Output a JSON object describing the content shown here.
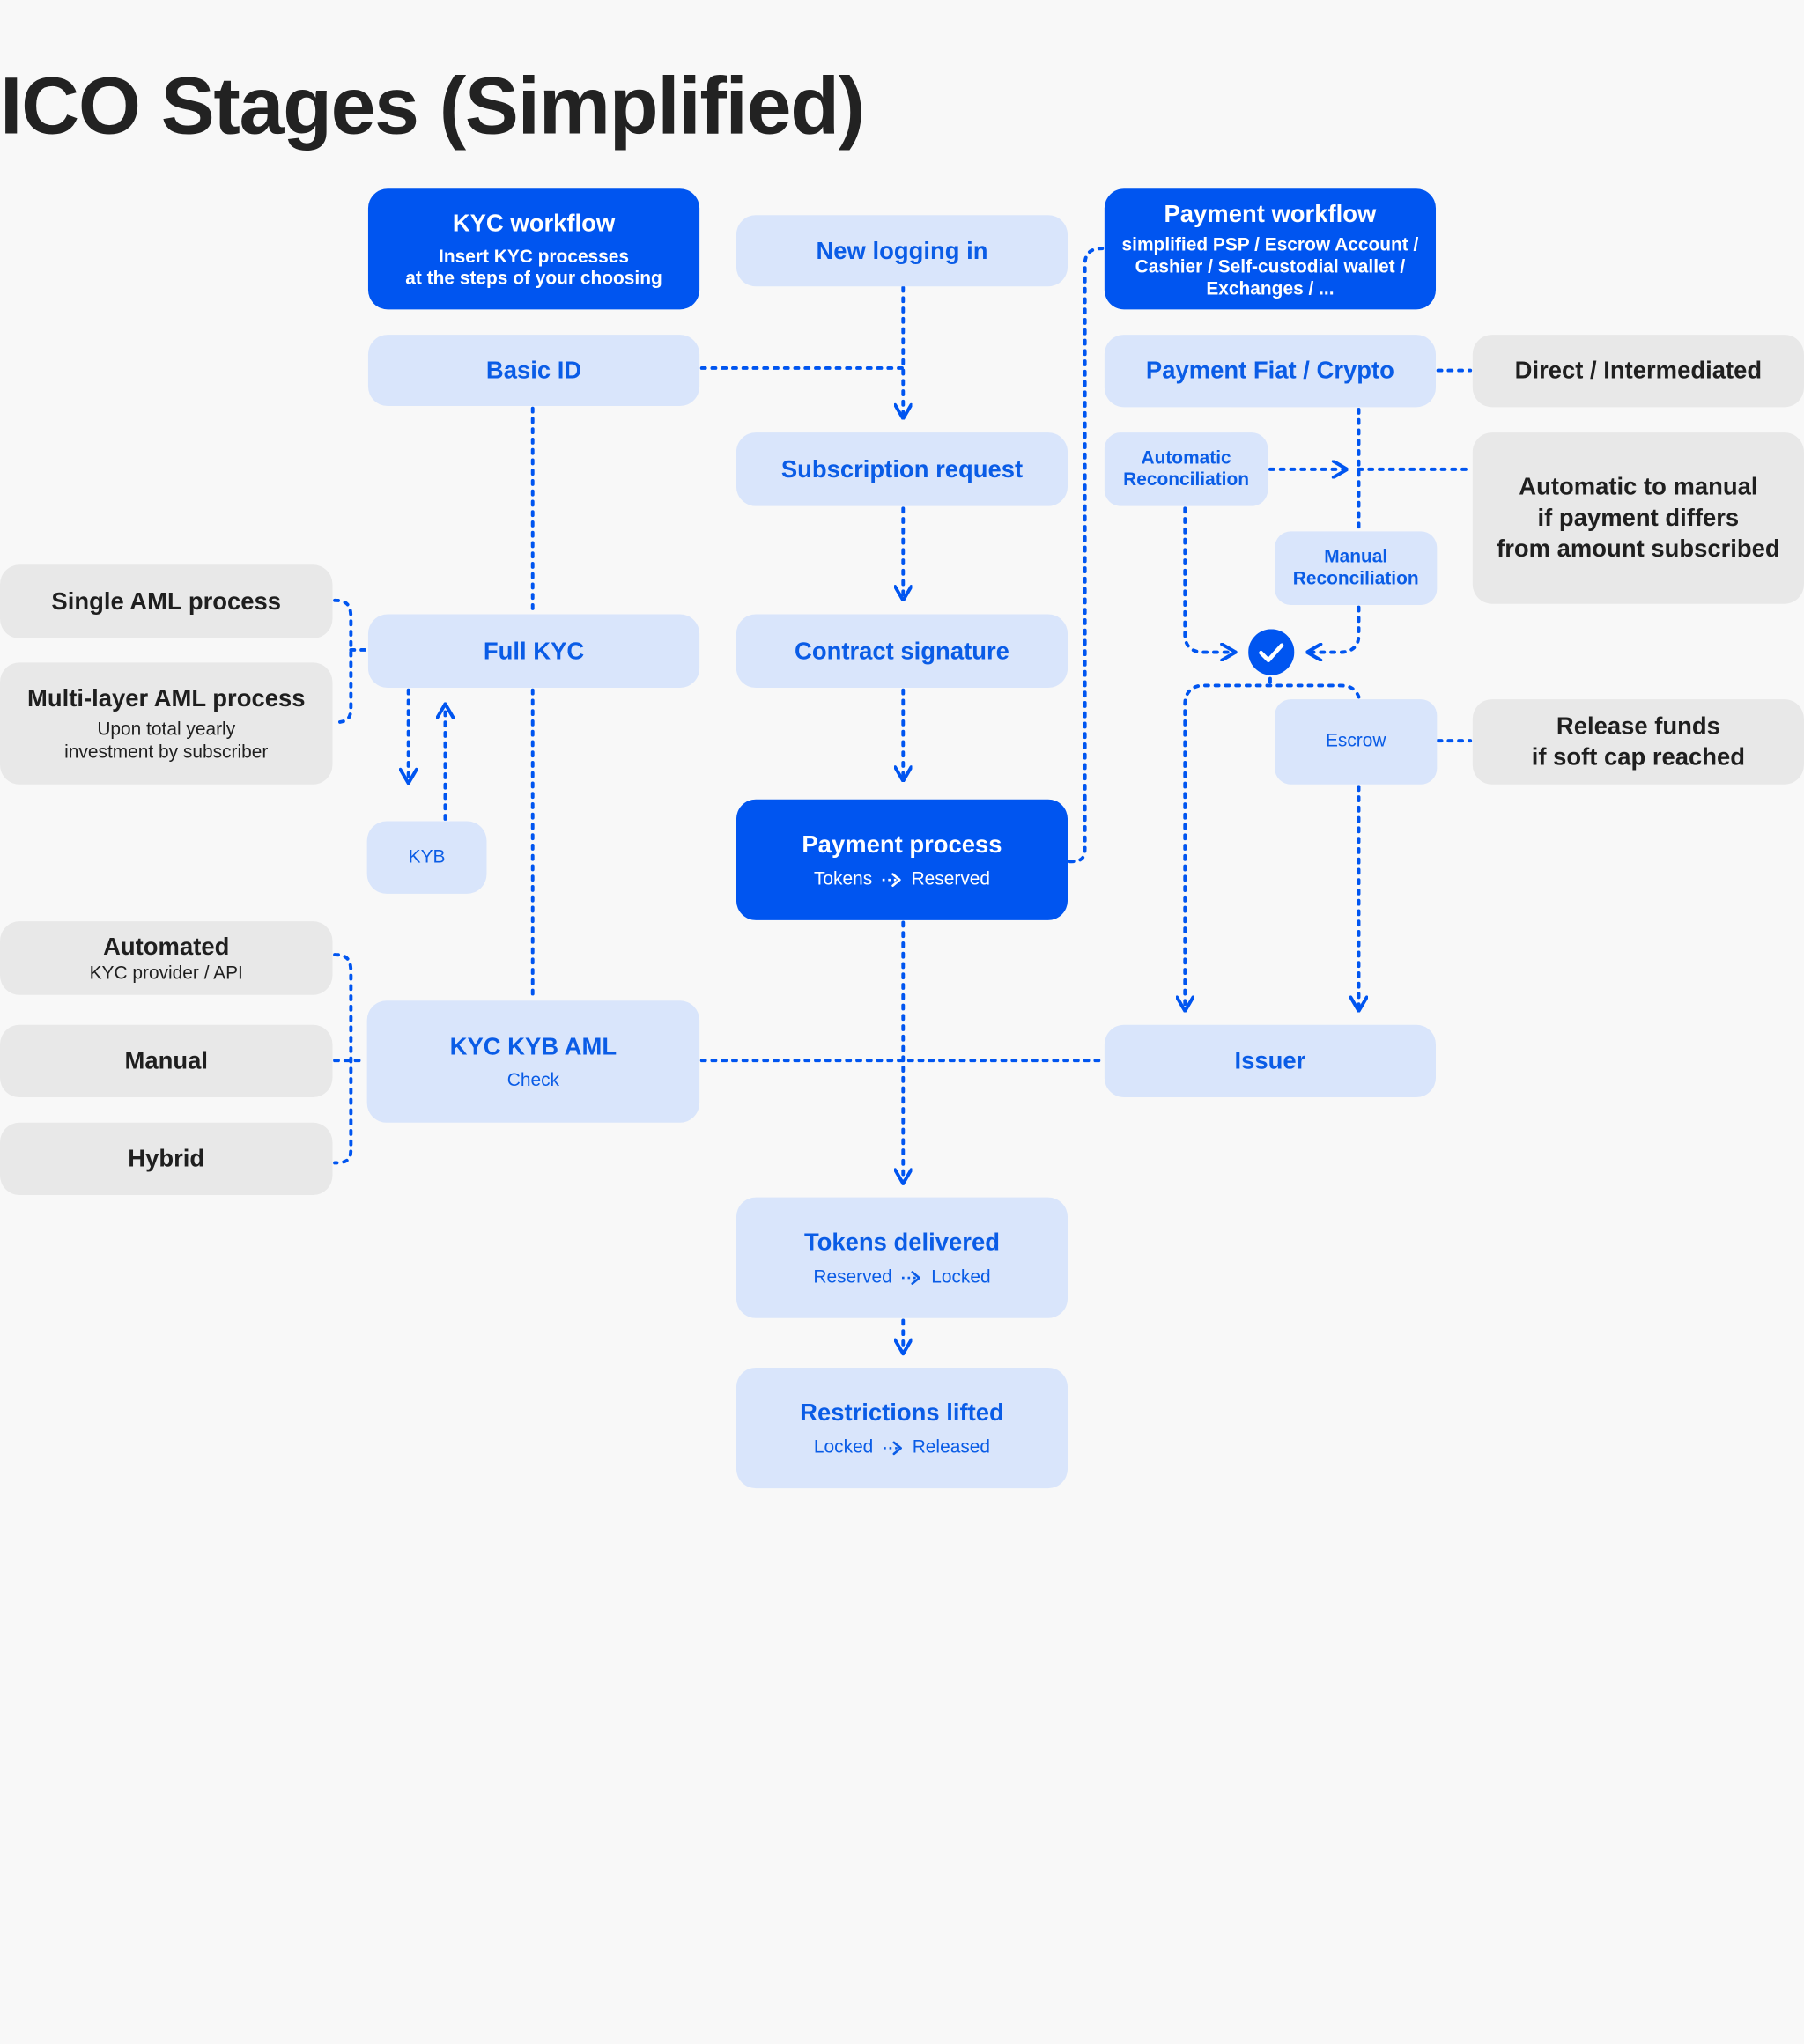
{
  "title": "ICO Stages (Simplified)",
  "kyc_column": {
    "workflow": {
      "title": "KYC workflow",
      "subtitle_line1": "Insert KYC processes",
      "subtitle_line2": "at the steps of your choosing"
    },
    "basic_id": "Basic ID",
    "full_kyc": "Full KYC",
    "kyb": "KYB",
    "check": {
      "title": "KYC KYB AML",
      "subtitle": "Check"
    }
  },
  "aml_options": {
    "single": "Single AML process",
    "multi": {
      "title": "Multi-layer AML process",
      "subtitle_line1": "Upon total yearly",
      "subtitle_line2": "investment by subscriber"
    }
  },
  "check_options": {
    "automated": {
      "title": "Automated",
      "subtitle": "KYC provider / API"
    },
    "manual": "Manual",
    "hybrid": "Hybrid"
  },
  "main_flow": {
    "new_logging": "New logging in",
    "subscription": "Subscription request",
    "contract": "Contract signature",
    "payment_process": {
      "title": "Payment process",
      "from": "Tokens",
      "to": "Reserved"
    },
    "tokens_delivered": {
      "title": "Tokens delivered",
      "from": "Reserved",
      "to": "Locked"
    },
    "restrictions_lifted": {
      "title": "Restrictions lifted",
      "from": "Locked",
      "to": "Released"
    }
  },
  "payment_column": {
    "workflow": {
      "title": "Payment workflow",
      "subtitle_line1": "simplified PSP / Escrow Account /",
      "subtitle_line2": "Cashier / Self-custodial wallet /",
      "subtitle_line3": "Exchanges / ..."
    },
    "fiat_crypto": "Payment Fiat / Crypto",
    "auto_reconciliation": {
      "line1": "Automatic",
      "line2": "Reconciliation"
    },
    "manual_reconciliation": {
      "line1": "Manual",
      "line2": "Reconciliation"
    },
    "escrow": "Escrow",
    "issuer": "Issuer",
    "check_icon": "check-circle-icon"
  },
  "payment_notes": {
    "direct": "Direct / Intermediated",
    "auto_manual": {
      "line1": "Automatic to manual",
      "line2": "if payment differs",
      "line3": "from amount subscribed"
    },
    "release": {
      "line1": "Release funds",
      "line2": "if soft cap reached"
    }
  },
  "colors": {
    "accent": "#0055f0",
    "light_box": "#d9e5fb",
    "grey_box": "#e8e8e8",
    "title_text": "#222222",
    "background": "#f8f8f8"
  }
}
